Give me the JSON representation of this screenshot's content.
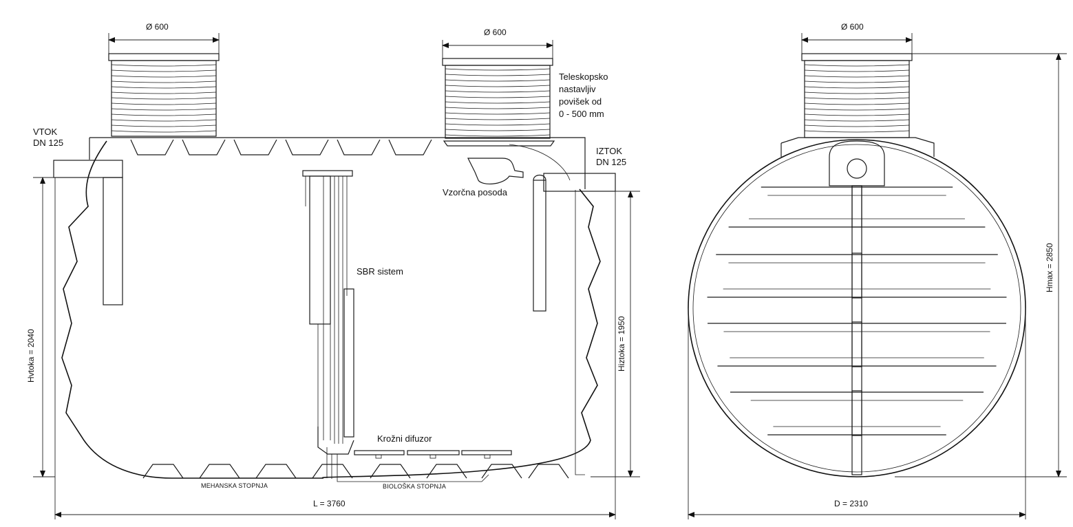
{
  "labels": {
    "manhole_left_dia": "Ø 600",
    "manhole_mid_dia": "Ø 600",
    "manhole_right_dia": "Ø 600",
    "inlet_title": "VTOK",
    "inlet_size": "DN 125",
    "outlet_title": "IZTOK",
    "outlet_size": "DN 125",
    "telescope_1": "Teleskopsko",
    "telescope_2": "nastavljiv",
    "telescope_3": "povišek od",
    "telescope_4": "0 - 500 mm",
    "sample_vessel": "Vzorčna posoda",
    "sbr_system": "SBR sistem",
    "diffuser": "Krožni difuzor",
    "mechanical_stage": "MEHANSKA STOPNJA",
    "biological_stage": "BIOLOŠKA STOPNJA",
    "length": "L = 3760",
    "diameter": "D = 2310",
    "h_inlet": "Hvtoka = 2040",
    "h_outlet": "Hiztoka = 1950",
    "h_max": "Hmax = 2850"
  }
}
